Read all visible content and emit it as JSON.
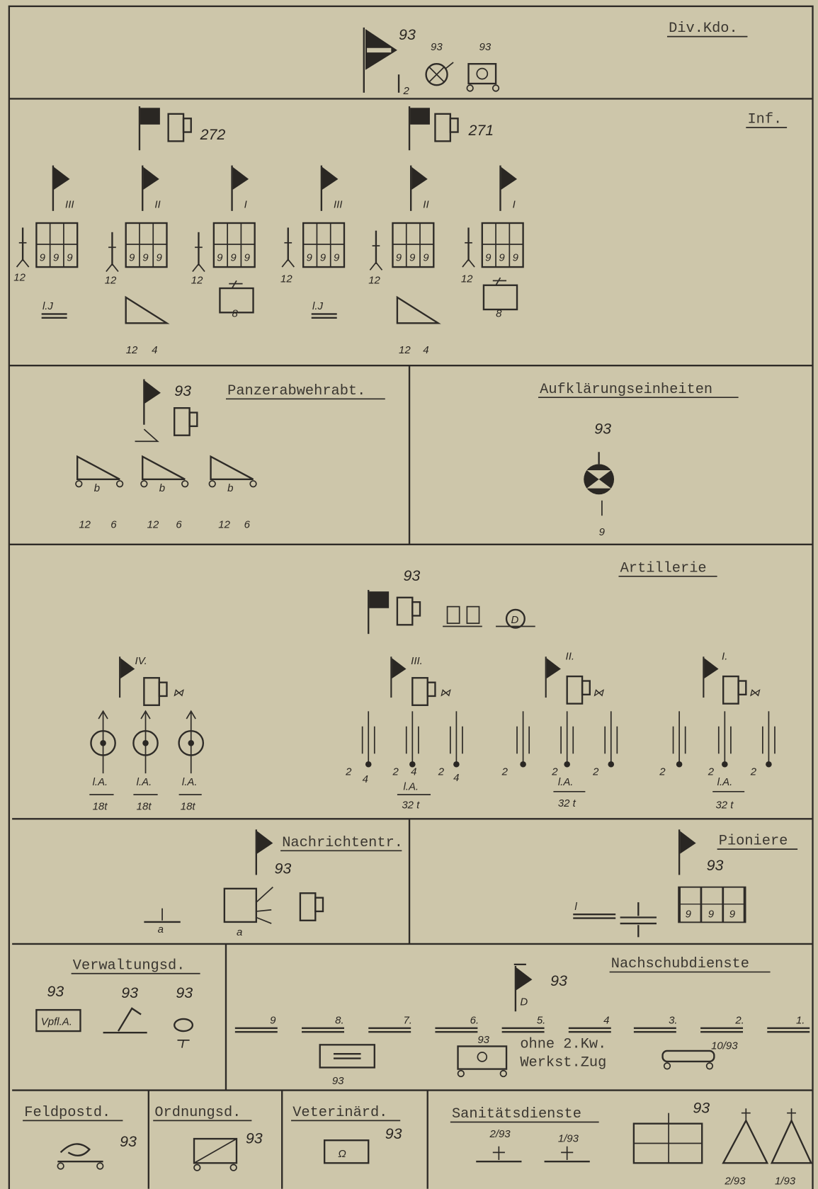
{
  "div_kdo": {
    "title": "Div.Kdo.",
    "num": "93",
    "num2": "93",
    "num3": "93",
    "sub": "2"
  },
  "inf": {
    "title": "Inf.",
    "regiments": [
      "272",
      "271"
    ],
    "battalions": [
      "III",
      "II",
      "I",
      "III",
      "II",
      "I"
    ],
    "coy": "9",
    "mg": "12",
    "light": "l.J",
    "heavy": "8",
    "gun_a": "12",
    "gun_b": "4"
  },
  "panzerabwehr": {
    "title": "Panzerabwehrabt.",
    "num": "93",
    "wheel": "b",
    "a": "12",
    "b": "6"
  },
  "aufklaerung": {
    "title": "Aufklärungseinheiten",
    "num": "93",
    "sub": "9"
  },
  "artillerie": {
    "title": "Artillerie",
    "num": "93",
    "battalions": [
      "IV.",
      "III.",
      "II.",
      "I."
    ],
    "n2": "2",
    "n4": "4",
    "la": "l.A.",
    "t18": "18t",
    "t32": "32 t",
    "d": "D"
  },
  "nachrichten": {
    "title": "Nachrichtentr.",
    "num": "93",
    "a": "a"
  },
  "pioniere": {
    "title": "Pioniere",
    "num": "93",
    "coy": "9",
    "l": "l"
  },
  "verwaltung": {
    "title": "Verwaltungsd.",
    "nums": [
      "93",
      "93",
      "93"
    ],
    "box": "Vpfl.A."
  },
  "nachschub": {
    "title": "Nachschubdienste",
    "num": "93",
    "d": "D",
    "columns": [
      "9",
      "8.",
      "7.",
      "6.",
      "5.",
      "4",
      "3.",
      "2.",
      "1."
    ],
    "num_box": "93",
    "num_wkst": "93",
    "note1": "ohne 2.Kw.",
    "note2": "Werkst.Zug",
    "num_10": "10/93"
  },
  "feldpost": {
    "title": "Feldpostd.",
    "num": "93"
  },
  "ordnung": {
    "title": "Ordnungsd.",
    "num": "93"
  },
  "veterinaer": {
    "title": "Veterinärd.",
    "num": "93"
  },
  "sanitaet": {
    "title": "Sanitätsdienste",
    "c1": "2/93",
    "c2": "1/93",
    "num": "93",
    "h1": "2/93",
    "h2": "1/93"
  }
}
